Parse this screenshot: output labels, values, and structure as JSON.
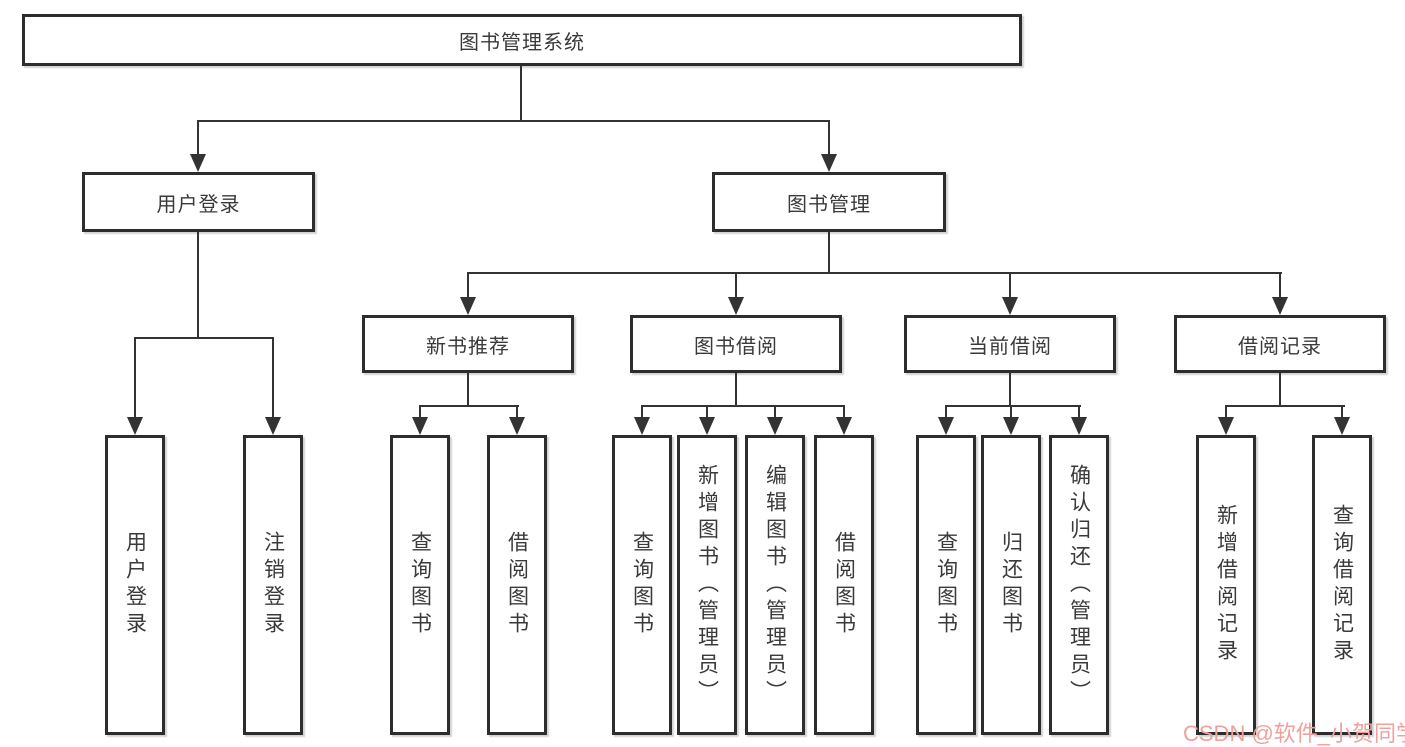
{
  "diagram": {
    "type": "tree",
    "title": "图书管理系统",
    "root": {
      "label": "图书管理系统",
      "children": [
        {
          "label": "用户登录",
          "children": [
            {
              "label": "用户登录"
            },
            {
              "label": "注销登录"
            }
          ]
        },
        {
          "label": "图书管理",
          "children": [
            {
              "label": "新书推荐",
              "children": [
                {
                  "label": "查询图书"
                },
                {
                  "label": "借阅图书"
                }
              ]
            },
            {
              "label": "图书借阅",
              "children": [
                {
                  "label": "查询图书"
                },
                {
                  "label": "新增图书（管理员）"
                },
                {
                  "label": "编辑图书（管理员）"
                },
                {
                  "label": "借阅图书"
                }
              ]
            },
            {
              "label": "当前借阅",
              "children": [
                {
                  "label": "查询图书"
                },
                {
                  "label": "归还图书"
                },
                {
                  "label": "确认归还（管理员）"
                }
              ]
            },
            {
              "label": "借阅记录",
              "children": [
                {
                  "label": "新增借阅记录"
                },
                {
                  "label": "查询借阅记录"
                }
              ]
            }
          ]
        }
      ]
    },
    "colors": {
      "line": "#333333",
      "box_border": "#2d2d2d",
      "text": "#3a3a3a",
      "background": "#ffffff"
    }
  },
  "watermark": {
    "text": "CSDN @软件_小贺同学",
    "color": "#f0a19d"
  }
}
